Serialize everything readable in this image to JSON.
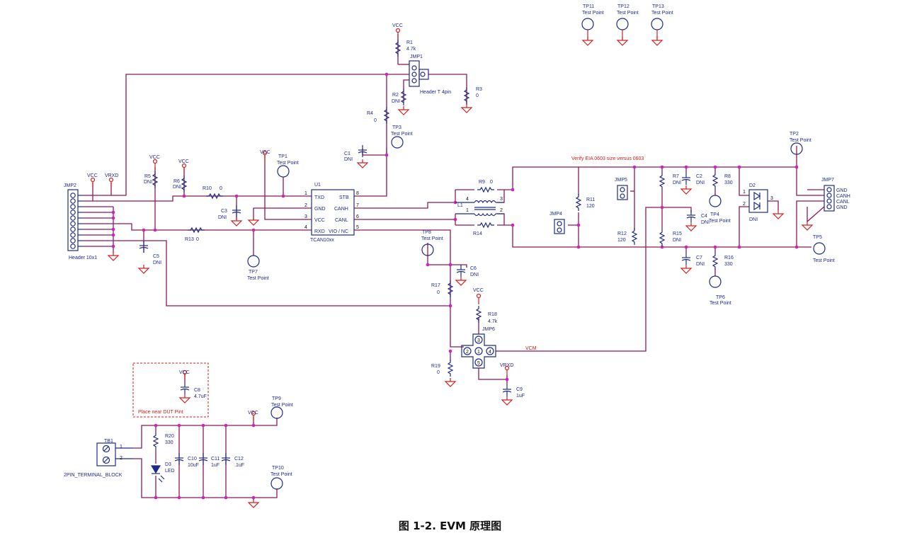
{
  "caption": "图 1-2. EVM 原理图",
  "labels": {
    "vcc": "VCC",
    "vrxd": "VRXD",
    "vcm": "VCM",
    "dni": "DNI",
    "test_point": "Test Point",
    "jmp1": "JMP1",
    "jmp1_desc": "Header T 4pin",
    "jmp2": "JMP2",
    "jmp2_desc": "Header 10x1",
    "jmp4": "JMP4",
    "jmp5": "JMP5",
    "jmp6": "JMP6",
    "jmp7": "JMP7",
    "r1": "R1",
    "r1_val": "4.7k",
    "r2": "R2",
    "r3": "R3",
    "r3_val": "0",
    "r4": "R4",
    "r4_val": "0",
    "r5": "R5",
    "r6": "R6",
    "r7": "R7",
    "r8": "R8",
    "r8_val": "330",
    "r9": "R9",
    "r9_val": "0",
    "r10": "R10",
    "r10_val": "0",
    "r11": "R11",
    "r11_val": "120",
    "r12": "R12",
    "r12_val": "120",
    "r13": "R13",
    "r13_val": "0",
    "r14": "R14",
    "r15": "R15",
    "r16": "R16",
    "r16_val": "330",
    "r17": "R17",
    "r17_val": "0",
    "r18": "R18",
    "r18_val": "4.7k",
    "r19": "R19",
    "r19_val": "0",
    "r20": "R20",
    "r20_val": "330",
    "c1": "C1",
    "c2": "C2",
    "c3": "C3",
    "c4": "C4",
    "c5": "C5",
    "c6": "C6",
    "c7": "C7",
    "c8": "C8",
    "c8_val": "4.7uF",
    "c9": "C9",
    "c9_val": "1uF",
    "c10": "C10",
    "c10_val": "10uF",
    "c11": "C11",
    "c11_val": "1uF",
    "c12": "C12",
    "c12_val": ".1uF",
    "d2": "D2",
    "d3": "D3",
    "d3_val": "LED",
    "l1": "L1",
    "tb1": "TB1",
    "tb1_desc": "2PIN_TERMINAL_BLOCK",
    "u1": "U1",
    "u1_part": "TCAN10xx",
    "tp1": "TP1",
    "tp2": "TP2",
    "tp3": "TP3",
    "tp4": "TP4",
    "tp5": "TP5",
    "tp6": "TP6",
    "tp7": "TP7",
    "tp8": "TP8",
    "tp9": "TP9",
    "tp10": "TP10",
    "tp11": "TP11",
    "tp12": "TP12",
    "tp13": "TP13",
    "u1_txd": "TXD",
    "u1_gnd": "GND",
    "u1_vcc": "VCC",
    "u1_rxd": "RXD",
    "u1_stb": "STB",
    "u1_canh": "CANH",
    "u1_canl": "CANL",
    "u1_vio": "VIO / NC",
    "jmp7_gnd": "GND",
    "jmp7_canh": "CANH",
    "jmp7_canl": "CANL",
    "note_eia": "Verify EIA 0603 size versus 0603",
    "note_dut": "Place near DUT Pint",
    "pin_1": "1",
    "pin_2": "2",
    "pin_3": "3",
    "pin_4": "4",
    "pin_5": "5",
    "pin_6": "6",
    "pin_7": "7",
    "pin_8": "8"
  },
  "colors": {
    "wire": "#8b1a5a",
    "component": "#1e2a8a",
    "ground": "#d02020",
    "junction": "#d020c0"
  }
}
